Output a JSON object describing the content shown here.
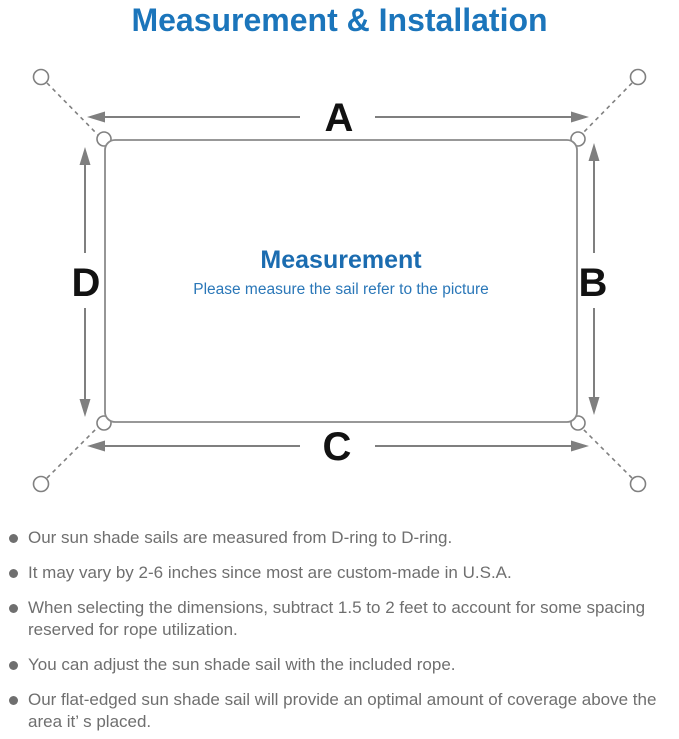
{
  "page_title": "Measurement & Installation",
  "diagram": {
    "dimension_labels": {
      "top": "A",
      "right": "B",
      "bottom": "C",
      "left": "D"
    },
    "center": {
      "heading": "Measurement",
      "subtitle": "Please measure the sail refer to the picture"
    }
  },
  "notes": [
    "Our sun shade sails are measured from D-ring to D-ring.",
    "It may vary by 2-6 inches since most are custom-made in U.S.A.",
    "When selecting the dimensions, subtract 1.5 to 2 feet to account for some spacing reserved for rope utilization.",
    "You can adjust the sun shade sail with the included rope.",
    "Our flat-edged sun shade sail will provide an optimal amount of coverage above the area it’ s placed."
  ],
  "colors": {
    "title_blue": "#1b75bb",
    "center_heading_blue": "#1b6cb0",
    "center_subtitle_blue": "#2a77b8",
    "line_gray": "#808080",
    "note_text_gray": "#6f6f6f",
    "label_black": "#121212"
  }
}
